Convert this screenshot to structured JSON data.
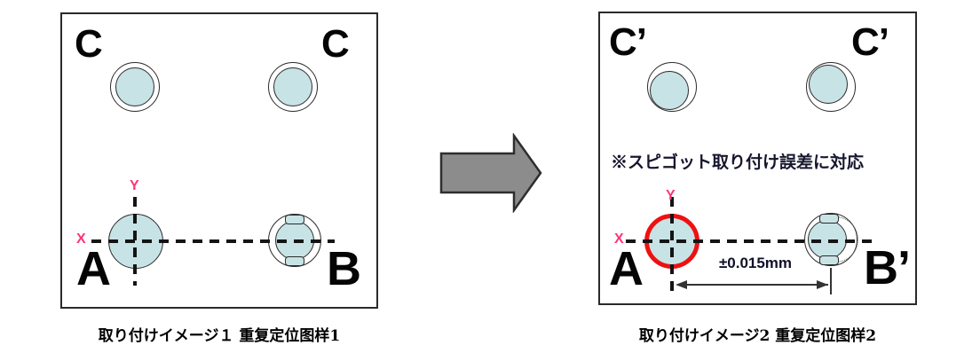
{
  "colors": {
    "pin_fill": "#c8e3e5",
    "outline": "#2a2a2a",
    "axis_label": "#ff3377",
    "highlight_ring": "#ee1111",
    "arrow_fill": "#8c8c8c"
  },
  "panel1": {
    "caption": "取り付けイメージ１ 重复定位图样1",
    "label_c_left": "C",
    "label_c_right": "C",
    "label_a": "A",
    "label_b": "B",
    "axis_x": "X",
    "axis_y": "Y"
  },
  "arrow": {
    "direction": "right"
  },
  "panel2": {
    "caption": "取り付けイメージ2 重复定位图样2",
    "note": "※スピゴット取り付け誤差に対応",
    "label_c_left": "C’",
    "label_c_right": "C’",
    "label_a": "A",
    "label_b": "B’",
    "axis_x": "X",
    "axis_y": "Y",
    "dimension": "±0.015mm"
  }
}
